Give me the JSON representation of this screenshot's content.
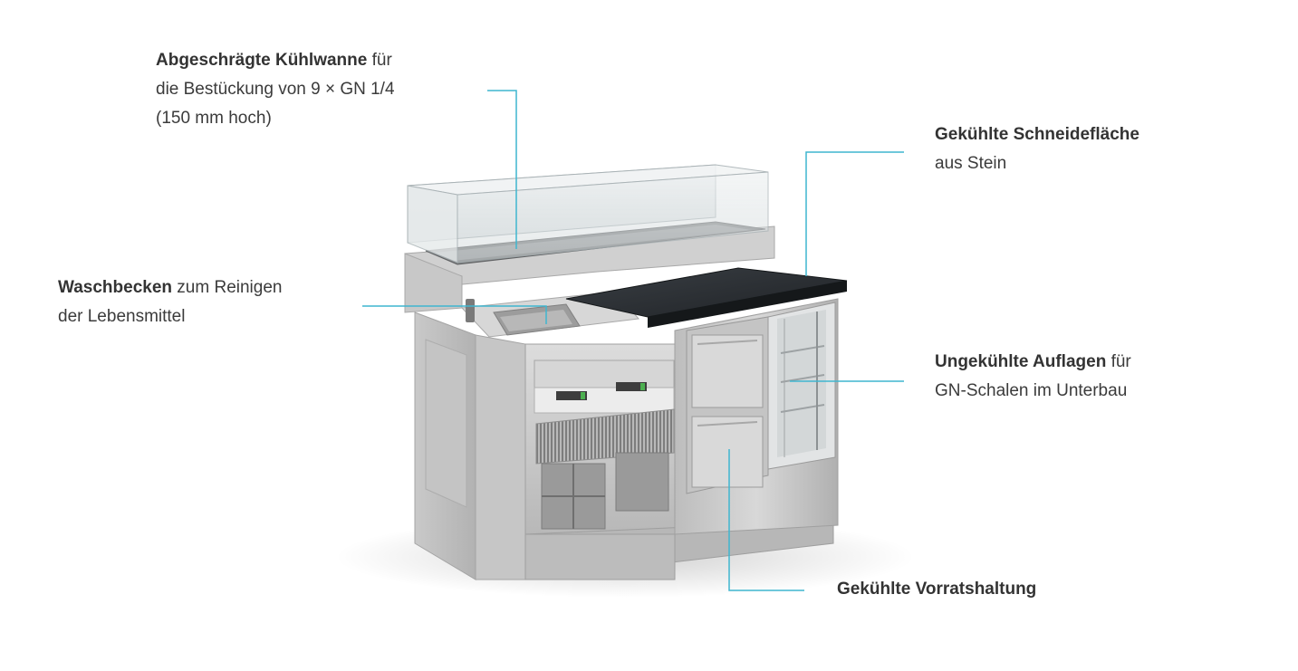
{
  "callouts": {
    "cooling_tray": {
      "bold": "Abgeschrägte Kühlwanne",
      "rest": " für",
      "line2": "die Bestückung von 9 × GN 1/4",
      "line3": "(150 mm hoch)"
    },
    "cutting_surface": {
      "bold": "Gekühlte Schneidefläche",
      "line2": "aus Stein"
    },
    "sink": {
      "bold": "Waschbecken",
      "rest": " zum Reinigen",
      "line2": "der Lebensmittel"
    },
    "shelves": {
      "bold": "Ungekühlte Auflagen",
      "rest": " für",
      "line2": "GN-Schalen im Unterbau"
    },
    "storage": {
      "bold": "Gekühlte Vorratshaltung"
    }
  },
  "colors": {
    "leader_line": "#3fb6cf",
    "steel_light": "#d4d4d4",
    "steel_mid": "#b5b5b5",
    "steel_dark": "#8e8e8e",
    "stone_top": "#2b2f33"
  }
}
